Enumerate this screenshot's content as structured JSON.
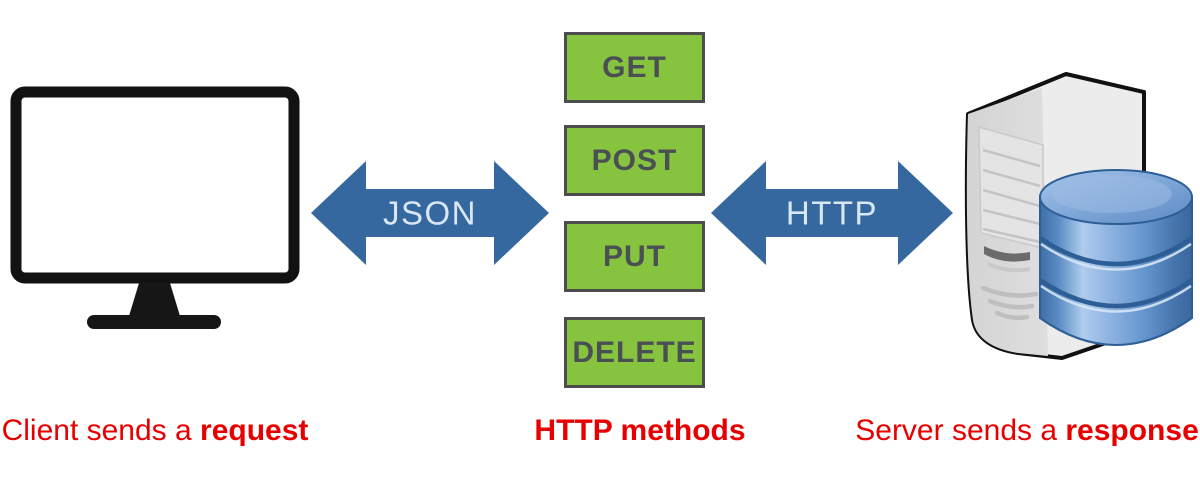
{
  "diagram_title": "HTTP methods",
  "client": {
    "caption": {
      "normal": "Client sends a ",
      "bold": "request"
    }
  },
  "transport": {
    "left_arrow_label": "JSON",
    "right_arrow_label": "HTTP"
  },
  "methods": {
    "caption": "HTTP methods",
    "items": [
      "GET",
      "POST",
      "PUT",
      "DELETE"
    ]
  },
  "server": {
    "caption": {
      "normal": "Server sends a ",
      "bold": "response"
    }
  },
  "colors": {
    "method_box_green": "#86C440",
    "method_box_border": "#4D4D4D",
    "method_text_gray": "#4A4F54",
    "arrow_blue": "#35689F",
    "arrow_text_light": "#D9E6F4",
    "caption_red": "#E80000",
    "database_blue": "#6F9FD4",
    "monitor_black": "#111111",
    "server_gray": "#E9E9E9"
  }
}
